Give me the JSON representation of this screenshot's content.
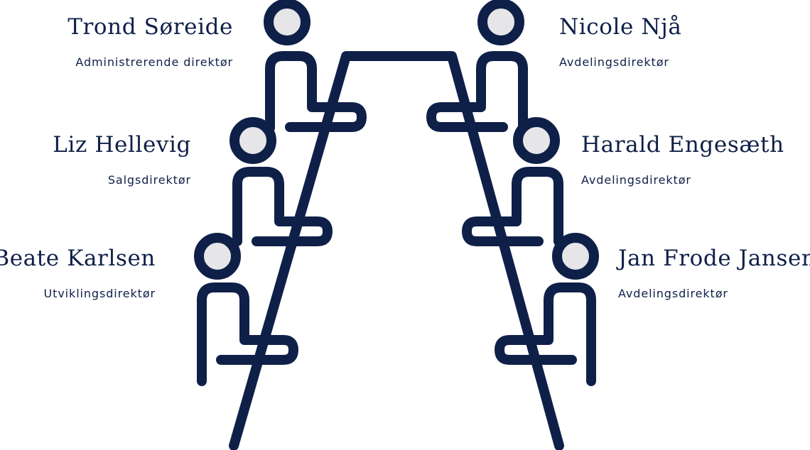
{
  "colors": {
    "ink": "#0f2048",
    "head_fill": "#e6e6e9",
    "background": "#ffffff"
  },
  "people": [
    {
      "name": "Trond Søreide",
      "title": "Administrerende direktør",
      "side": "left"
    },
    {
      "name": "Nicole Njå",
      "title": "Avdelingsdirektør",
      "side": "right"
    },
    {
      "name": "Liz Hellevig",
      "title": "Salgsdirektør",
      "side": "left"
    },
    {
      "name": "Harald Engesæth",
      "title": "Avdelingsdirektør",
      "side": "right"
    },
    {
      "name": "Beate Karlsen",
      "title": "Utviklingsdirektør",
      "side": "left"
    },
    {
      "name": "Jan Frode Jansen",
      "title": "Avdelingsdirektør",
      "side": "right"
    }
  ]
}
